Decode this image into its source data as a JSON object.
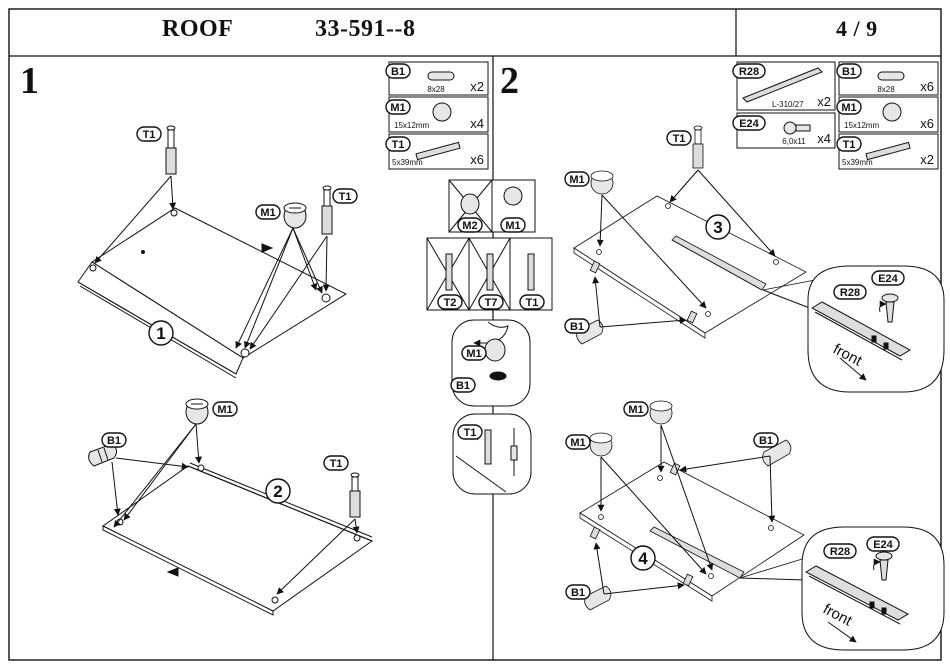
{
  "header": {
    "product": "ROOF",
    "code": "33-591--8",
    "page": "4 / 9"
  },
  "steps": [
    {
      "number": "1",
      "callouts": [
        "1",
        "2"
      ],
      "parts": [
        {
          "code": "B1",
          "size": "8x28",
          "qty": "x2",
          "icon": "dowel-icon"
        },
        {
          "code": "M1",
          "size": "15x12mm",
          "qty": "x4",
          "icon": "cam-lock-icon"
        },
        {
          "code": "T1",
          "size": "5x39mm",
          "qty": "x6",
          "icon": "cam-bolt-icon"
        }
      ]
    },
    {
      "number": "2",
      "callouts": [
        "3",
        "4"
      ],
      "parts": [
        {
          "code": "R28",
          "size": "L-310/27",
          "qty": "x2",
          "icon": "drawer-runner-icon"
        },
        {
          "code": "B1",
          "size": "8x28",
          "qty": "x6",
          "icon": "dowel-icon"
        },
        {
          "code": "E24",
          "size": "6,0x11",
          "qty": "x4",
          "icon": "screw-icon"
        },
        {
          "code": "M1",
          "size": "15x12mm",
          "qty": "x6",
          "icon": "cam-lock-icon"
        },
        {
          "code": "T1",
          "size": "5x39mm",
          "qty": "x2",
          "icon": "cam-bolt-icon"
        }
      ]
    }
  ],
  "tips": {
    "wrong_parts": [
      "M2",
      "T2",
      "T7"
    ],
    "right_parts": [
      "M1",
      "T1"
    ],
    "cam_insert_labels": [
      "M1",
      "B1"
    ],
    "bolt_insert_label": "T1"
  },
  "details": {
    "runner_label": "R28",
    "screw_label": "E24",
    "direction_text": "front"
  },
  "diagram_labels": {
    "panel1": [
      "T1",
      "M1",
      "T1"
    ],
    "panel2": [
      "M1",
      "B1",
      "T1"
    ],
    "panel3": [
      "T1",
      "M1",
      "B1"
    ],
    "panel4": [
      "M1",
      "M1",
      "B1",
      "B1"
    ]
  }
}
